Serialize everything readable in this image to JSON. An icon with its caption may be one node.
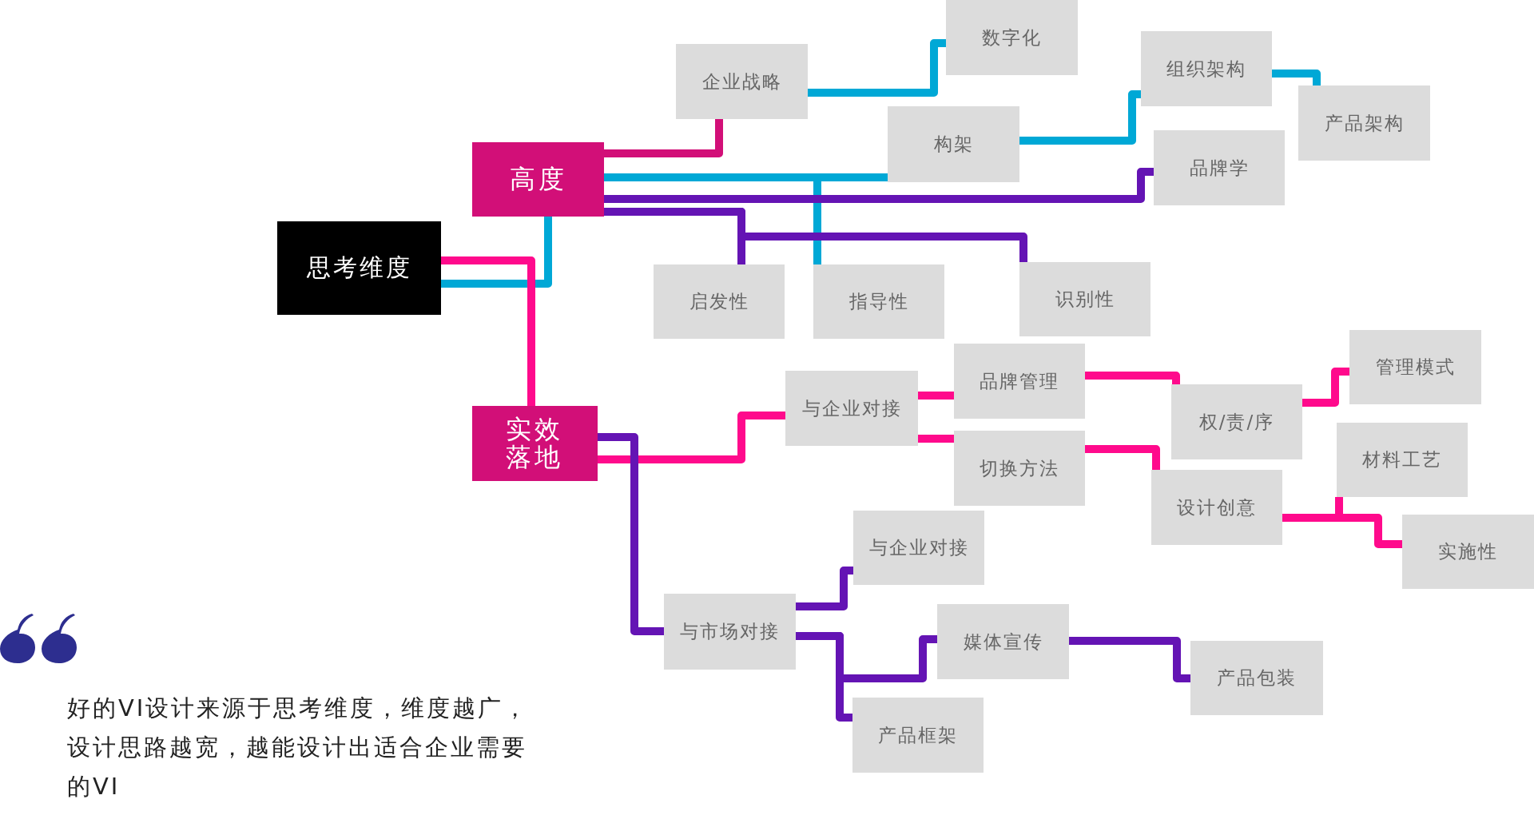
{
  "diagram": {
    "nodes": [
      {
        "text": [
          "思考维度"
        ]
      },
      {
        "text": [
          "高度"
        ]
      },
      {
        "text": [
          "实效落地"
        ]
      },
      {
        "text": [
          "企业战略"
        ]
      },
      {
        "text": [
          "数字化"
        ]
      },
      {
        "text": [
          "构架"
        ]
      },
      {
        "text": [
          "组织架构"
        ]
      },
      {
        "text": [
          "产品架构"
        ]
      },
      {
        "text": [
          "品牌学"
        ]
      },
      {
        "text": [
          "启发性"
        ]
      },
      {
        "text": [
          "指导性"
        ]
      },
      {
        "text": [
          "识别性"
        ]
      },
      {
        "text": [
          "与企业对接"
        ]
      },
      {
        "text": [
          "品牌管理"
        ]
      },
      {
        "text": [
          "切换方法"
        ]
      },
      {
        "text": [
          "权/责/序"
        ]
      },
      {
        "text": [
          "管理模式"
        ]
      },
      {
        "text": [
          "材料工艺"
        ]
      },
      {
        "text": [
          "设计创意"
        ]
      },
      {
        "text": [
          "实施性"
        ]
      },
      {
        "text": [
          "与企业对接"
        ]
      },
      {
        "text": [
          "与市场对接"
        ]
      },
      {
        "text": [
          "媒体宣传"
        ]
      },
      {
        "text": [
          "产品包装"
        ]
      },
      {
        "text": [
          "产品框架"
        ]
      }
    ],
    "edges": [
      {
        "from": 0,
        "to": 1,
        "arrow": "none",
        "color": "#00a8d6"
      },
      {
        "from": 0,
        "to": 2,
        "arrow": "none"
      },
      {
        "from": 1,
        "to": 3,
        "arrow": "none",
        "color": "#d20f78"
      },
      {
        "from": 3,
        "to": 4,
        "arrow": "none",
        "color": "#00a8d6"
      },
      {
        "from": 1,
        "to": 5,
        "arrow": "none",
        "color": "#00a8d6"
      },
      {
        "from": 1,
        "to": 10,
        "arrow": "none",
        "color": "#00a8d6"
      },
      {
        "from": 1,
        "to": 8,
        "arrow": "none",
        "color": "#6414b4"
      },
      {
        "from": 1,
        "to": 9,
        "arrow": "none",
        "color": "#6414b4"
      },
      {
        "from": 1,
        "to": 11,
        "arrow": "none",
        "color": "#6414b4"
      },
      {
        "from": 5,
        "to": 6,
        "arrow": "none",
        "color": "#00a8d6"
      },
      {
        "from": 6,
        "to": 7,
        "arrow": "none",
        "color": "#00a8d6"
      },
      {
        "from": 2,
        "to": 12,
        "arrow": "none"
      },
      {
        "from": 2,
        "to": 21,
        "arrow": "none",
        "color": "#6414b4"
      },
      {
        "from": 12,
        "to": 13,
        "arrow": "none"
      },
      {
        "from": 12,
        "to": 14,
        "arrow": "none"
      },
      {
        "from": 13,
        "to": 15,
        "arrow": "none"
      },
      {
        "from": 14,
        "to": 18,
        "arrow": "none"
      },
      {
        "from": 15,
        "to": 16,
        "arrow": "none"
      },
      {
        "from": 18,
        "to": 17,
        "arrow": "none"
      },
      {
        "from": 18,
        "to": 19,
        "arrow": "none"
      },
      {
        "from": 21,
        "to": 20,
        "arrow": "none",
        "color": "#6414b4"
      },
      {
        "from": 21,
        "to": 22,
        "arrow": "none",
        "color": "#6414b4"
      },
      {
        "from": 21,
        "to": 24,
        "arrow": "none",
        "color": "#6414b4"
      },
      {
        "from": 22,
        "to": 23,
        "arrow": "none",
        "color": "#6414b4"
      }
    ],
    "labels": [
      "好的VI设计来源于思考维度，维度越广，设计思路越宽，越能设计出适合企业需要的VI"
    ]
  }
}
